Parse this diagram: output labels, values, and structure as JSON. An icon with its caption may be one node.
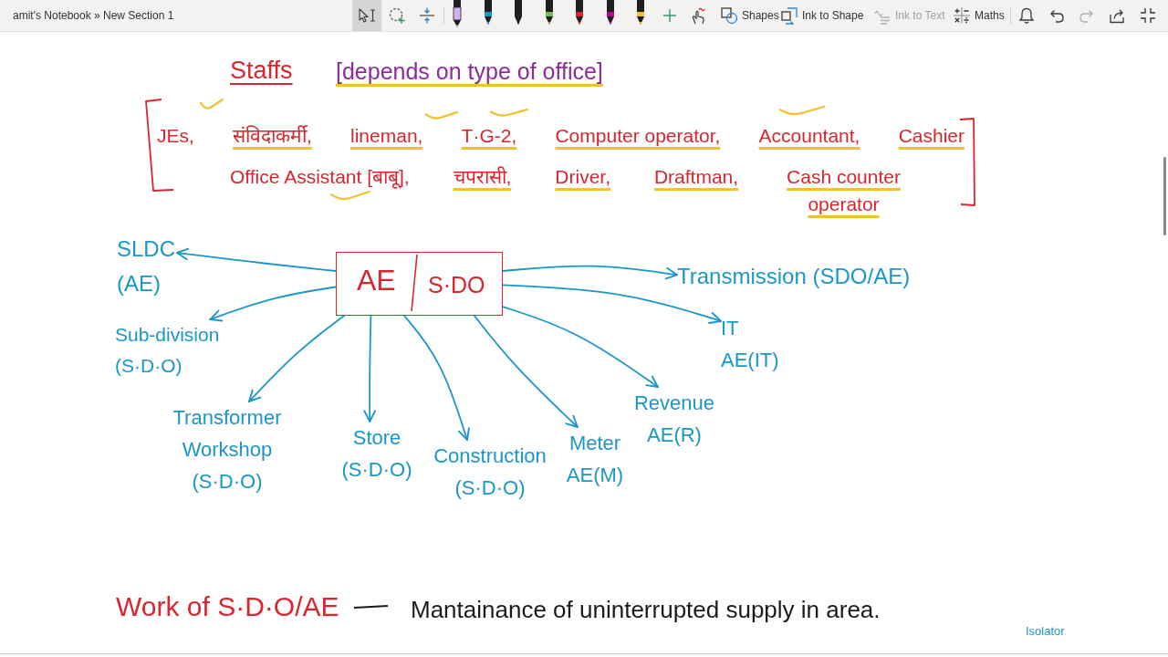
{
  "diagram": {
    "title": "Staffs",
    "nodes": [
      {
        "text": [
          "AE",
          "S·DO"
        ]
      },
      {
        "text": [
          "SLDC (AE)"
        ]
      },
      {
        "text": [
          "Transmission (SDO/AE)"
        ]
      },
      {
        "text": [
          "Sub-division (S·D·O)"
        ]
      },
      {
        "text": [
          "IT AE(IT)"
        ]
      },
      {
        "text": [
          "Transformer Workshop (S·D·O)"
        ]
      },
      {
        "text": [
          "Store (S·D·O)"
        ]
      },
      {
        "text": [
          "Construction (S·D·O)"
        ]
      },
      {
        "text": [
          "Meter AE(M)"
        ]
      },
      {
        "text": [
          "Revenue AE(R)"
        ]
      }
    ],
    "edges": [
      {
        "from": 0,
        "to": 1,
        "arrow": "to"
      },
      {
        "from": 0,
        "to": 2,
        "arrow": "to"
      },
      {
        "from": 0,
        "to": 3,
        "arrow": "to"
      },
      {
        "from": 0,
        "to": 4,
        "arrow": "to"
      },
      {
        "from": 0,
        "to": 5,
        "arrow": "to"
      },
      {
        "from": 0,
        "to": 6,
        "arrow": "to"
      },
      {
        "from": 0,
        "to": 7,
        "arrow": "to"
      },
      {
        "from": 0,
        "to": 8,
        "arrow": "to"
      },
      {
        "from": 0,
        "to": 9,
        "arrow": "to"
      }
    ],
    "labels": [
      "amit's Notebook » New Section 1",
      "Shapes",
      "Ink to Shape",
      "Ink to Text",
      "Maths",
      "[depends on type of office]",
      "JEs,",
      "संविदाकर्मी,",
      "lineman,",
      "T·G-2,",
      "Computer operator,",
      "Accountant,",
      "Cashier",
      "Office Assistant [बाबू],",
      "चपरासी,",
      "Driver,",
      "Draftman,",
      "Cash counter operator",
      "Work of S·D·O/AE",
      "Mantainance of uninterrupted supply in area.",
      "Isolator"
    ]
  }
}
